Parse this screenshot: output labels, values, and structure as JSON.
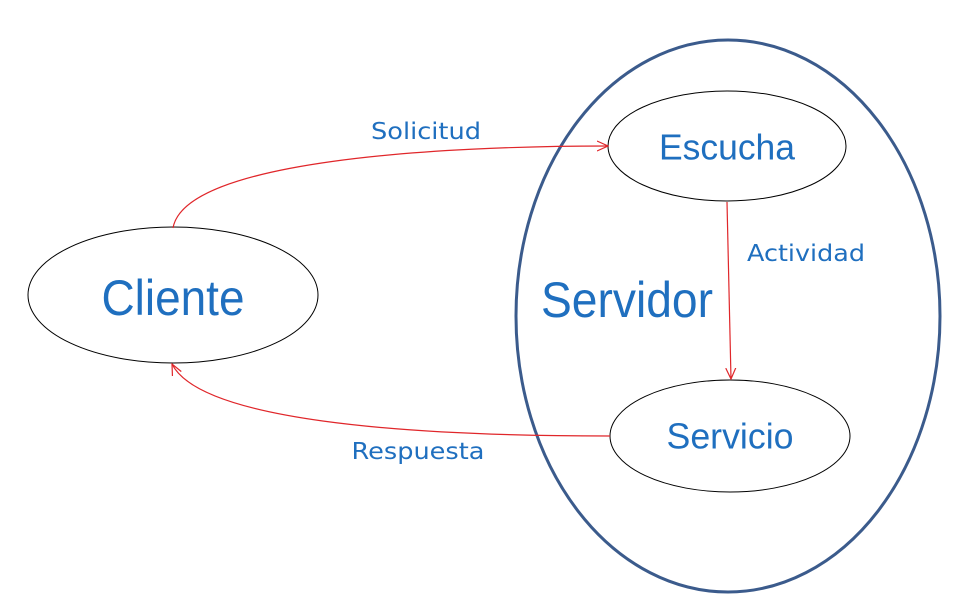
{
  "colors": {
    "text_blue": "#1f6fbf",
    "arrow_red": "#e0262a",
    "server_outline": "#3b5b8c",
    "node_outline": "#000000"
  },
  "nodes": {
    "cliente": "Cliente",
    "servidor": "Servidor",
    "escucha": "Escucha",
    "servicio": "Servicio"
  },
  "edges": {
    "solicitud": "Solicitud",
    "actividad": "Actividad",
    "respuesta": "Respuesta"
  }
}
